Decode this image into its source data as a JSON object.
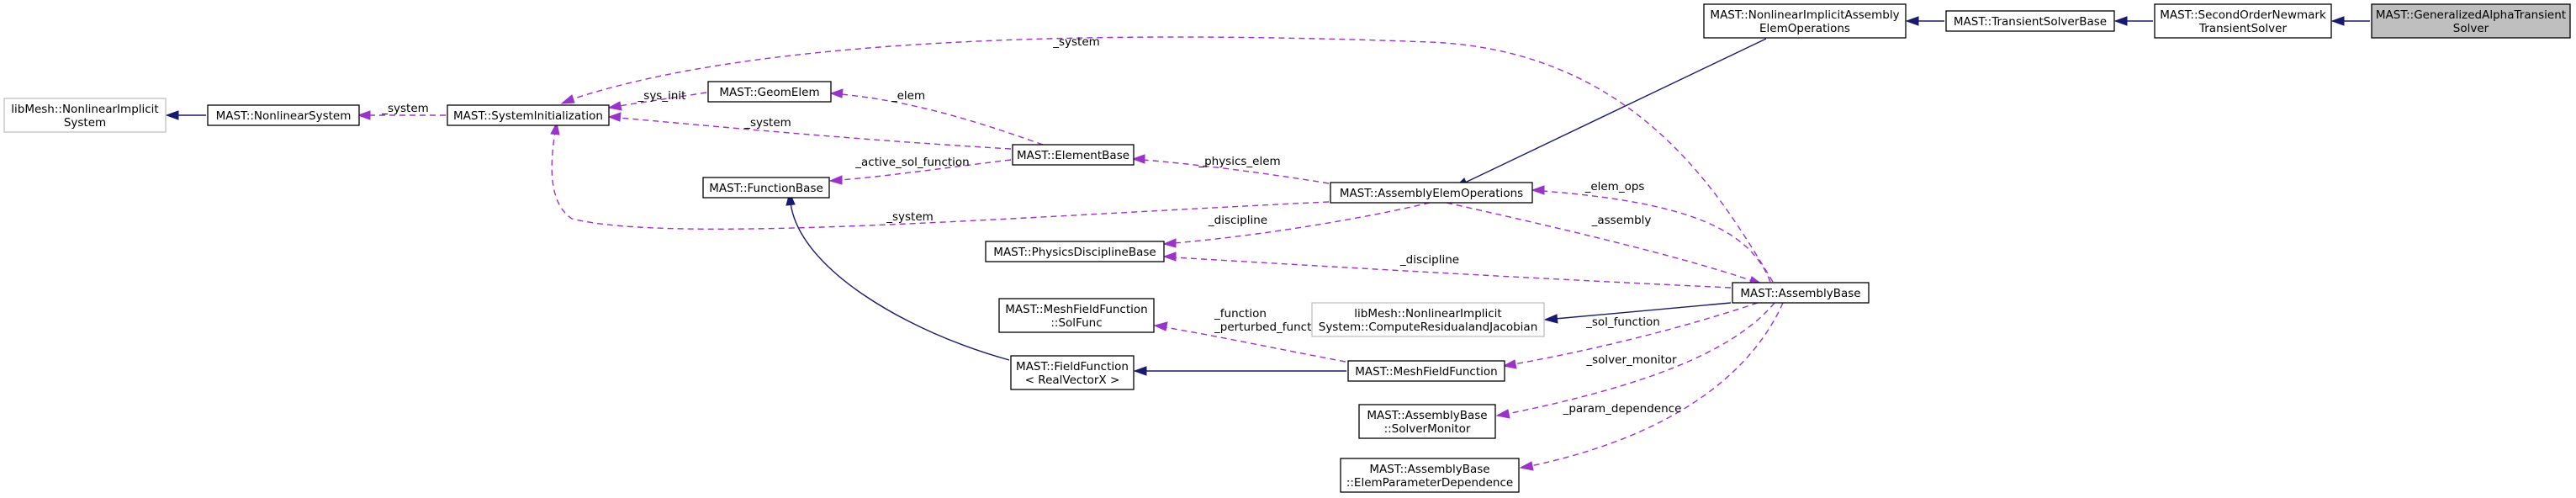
{
  "nodes": {
    "generalized_alpha": [
      "MAST::GeneralizedAlphaTransient",
      "Solver"
    ],
    "second_order_newmark": [
      "MAST::SecondOrderNewmark",
      "TransientSolver"
    ],
    "transient_solver_base": [
      "MAST::TransientSolverBase"
    ],
    "nonlinear_implicit_assembly": [
      "MAST::NonlinearImplicitAssembly",
      "ElemOperations"
    ],
    "assembly_elem_operations": [
      "MAST::AssemblyElemOperations"
    ],
    "assembly_base": [
      "MAST::AssemblyBase"
    ],
    "libmesh_nonlinear_implicit_system": [
      "libMesh::NonlinearImplicit",
      "System"
    ],
    "nonlinear_system": [
      "MAST::NonlinearSystem"
    ],
    "system_initialization": [
      "MAST::SystemInitialization"
    ],
    "geom_elem": [
      "MAST::GeomElem"
    ],
    "element_base": [
      "MAST::ElementBase"
    ],
    "function_base": [
      "MAST::FunctionBase"
    ],
    "physics_discipline_base": [
      "MAST::PhysicsDisciplineBase"
    ],
    "mesh_field_function_solfunc": [
      "MAST::MeshFieldFunction",
      "::SolFunc"
    ],
    "field_function": [
      "MAST::FieldFunction",
      "< RealVectorX >"
    ],
    "mesh_field_function": [
      "MAST::MeshFieldFunction"
    ],
    "libmesh_compute_residual": [
      "libMesh::NonlinearImplicit",
      "System::ComputeResidualandJacobian"
    ],
    "solver_monitor": [
      "MAST::AssemblyBase",
      "::SolverMonitor"
    ],
    "elem_parameter_dependence": [
      "MAST::AssemblyBase",
      "::ElemParameterDependence"
    ]
  },
  "edge_labels": {
    "system_top": "_system",
    "system_nonlinear": "_system",
    "sys_init": "_sys_init",
    "elem": "_elem",
    "system_element": "_system",
    "active_sol_function": "_active_sol_function",
    "physics_elem": "_physics_elem",
    "system_bottom": "_system",
    "discipline_elemops": "_discipline",
    "elem_ops": "_elem_ops",
    "assembly": "_assembly",
    "discipline_assembly": "_discipline",
    "function": "_function",
    "perturbed_function": "_perturbed_function",
    "sol_function": "_sol_function",
    "solver_monitor": "_solver_monitor",
    "param_dependence": "_param_dependence"
  }
}
